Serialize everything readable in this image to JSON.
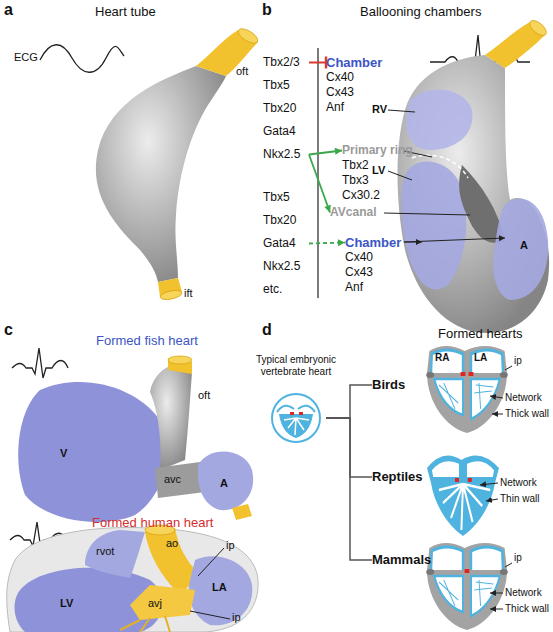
{
  "diagram": {
    "nodes": [
      {
        "text": [
          "Tbx2/3",
          "Tbx5",
          "Tbx20",
          "Gata4",
          "Nkx2.5"
        ]
      },
      {
        "text": [
          "Chamber",
          "Cx40",
          "Cx43",
          "Anf"
        ]
      },
      {
        "text": [
          "Primary ring",
          "Tbx2",
          "Tbx3",
          "Cx30.2"
        ]
      },
      {
        "text": [
          "AVcanal"
        ]
      },
      {
        "text": [
          "Tbx5",
          "Tbx20",
          "Gata4",
          "Nkx2.5",
          "etc."
        ]
      },
      {
        "text": [
          "Chamber",
          "Cx40",
          "Cx43",
          "Anf"
        ]
      },
      {
        "text": [
          "Typical embryonic vertebrate heart"
        ]
      },
      {
        "text": [
          "Birds"
        ]
      },
      {
        "text": [
          "Reptiles"
        ]
      },
      {
        "text": [
          "Mammals"
        ]
      }
    ],
    "edges": [
      {
        "from": 0,
        "to": 1,
        "arrow": "to"
      },
      {
        "from": 0,
        "to": 2,
        "arrow": "to"
      },
      {
        "from": 0,
        "to": 3,
        "arrow": "to"
      },
      {
        "from": 4,
        "to": 5,
        "arrow": "to"
      },
      {
        "from": 6,
        "to": 7,
        "arrow": "none"
      },
      {
        "from": 6,
        "to": 8,
        "arrow": "none"
      },
      {
        "from": 6,
        "to": 9,
        "arrow": "none"
      }
    ],
    "labels": [
      "a",
      "Heart tube",
      "ECG",
      "oft",
      "ift",
      "b",
      "Ballooning chambers",
      "RV",
      "LV",
      "A",
      "c",
      "Formed fish heart",
      "oft",
      "V",
      "avc",
      "A",
      "Formed human heart",
      "rvot",
      "ao",
      "ip",
      "LA",
      "LV",
      "avj",
      "ip",
      "d",
      "Formed hearts",
      "RA",
      "LA",
      "ip",
      "Network",
      "Thick wall",
      "Network",
      "Thin wall",
      "ip",
      "Network",
      "Thick wall"
    ]
  }
}
